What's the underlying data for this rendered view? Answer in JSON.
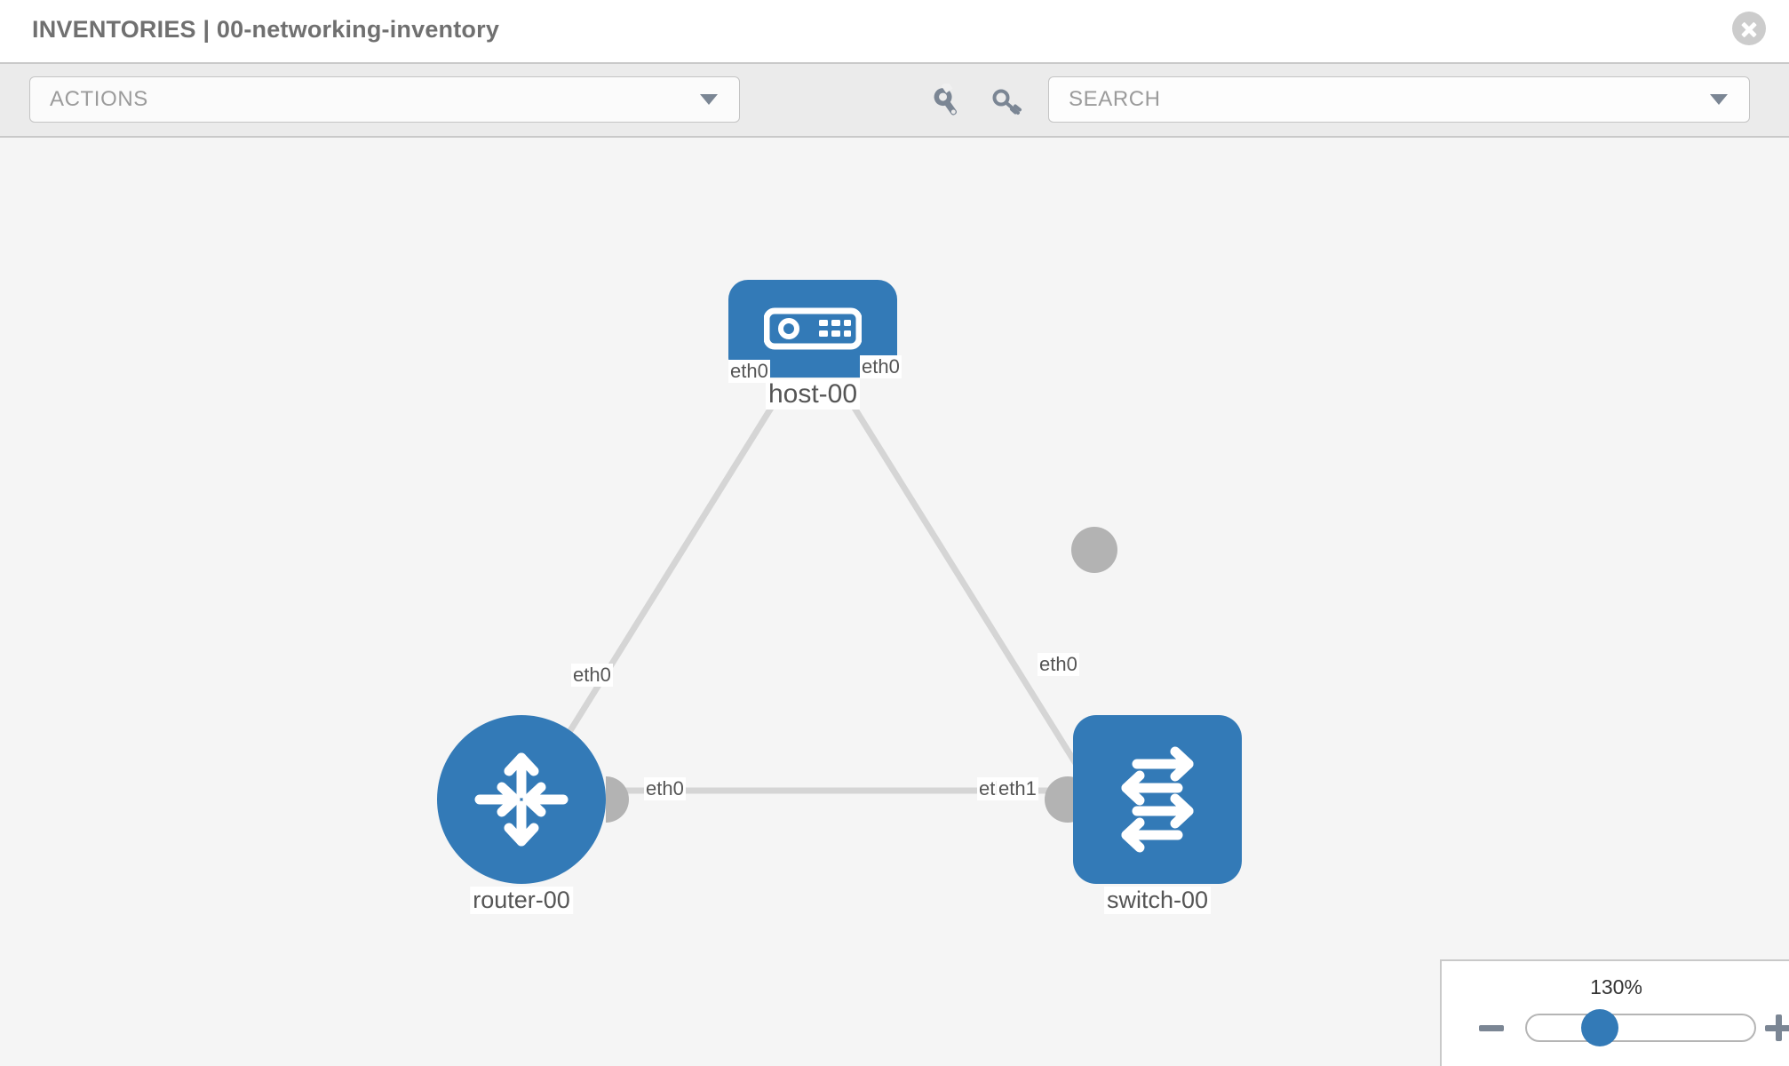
{
  "header": {
    "title": "INVENTORIES | 00-networking-inventory",
    "close_label": "close-icon"
  },
  "toolbar": {
    "actions_value": "ACTIONS",
    "search_placeholder": "SEARCH",
    "wrench_icon": "wrench-icon",
    "key_icon": "key-icon"
  },
  "topology": {
    "nodes": [
      {
        "id": "host-00",
        "label": "host-00",
        "type": "host",
        "icon": "server-icon",
        "color": "#337ab7"
      },
      {
        "id": "router-00",
        "label": "router-00",
        "type": "router",
        "icon": "router-arrows-icon",
        "color": "#337ab7"
      },
      {
        "id": "switch-00",
        "label": "switch-00",
        "type": "switch",
        "icon": "switch-arrows-icon",
        "color": "#337ab7"
      }
    ],
    "interface_labels": {
      "host_left": "eth0",
      "host_right": "eth0",
      "router_to_host": "eth0",
      "switch_to_host": "eth0",
      "router_right": "eth0",
      "switch_left_a": "eth0",
      "switch_left_b": "eth1"
    },
    "links": [
      {
        "from": "router-00",
        "to": "host-00",
        "from_if": "eth0",
        "to_if": "eth0"
      },
      {
        "from": "host-00",
        "to": "switch-00",
        "from_if": "eth0",
        "to_if": "eth0"
      },
      {
        "from": "router-00",
        "to": "switch-00",
        "from_if": "eth0",
        "to_if": "eth1"
      }
    ],
    "link_color": "#d5d5d5",
    "port_color": "#b3b3b3"
  },
  "zoom": {
    "level": "130%",
    "minus_label": "zoom-out",
    "plus_label": "zoom-in"
  }
}
